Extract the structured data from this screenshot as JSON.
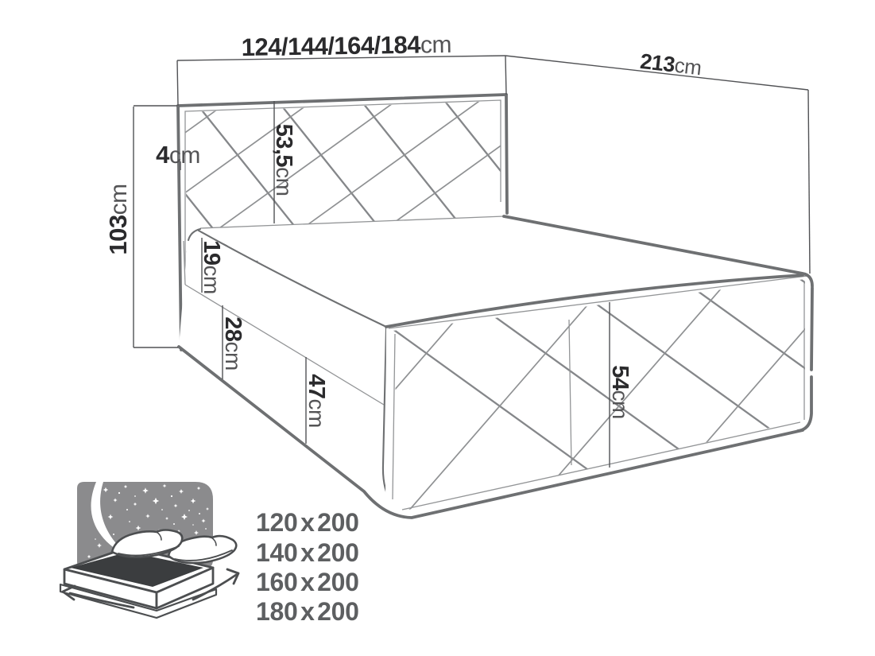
{
  "title": "Bed dimensions diagram",
  "dimensions": {
    "width": {
      "value": "124/144/164/184",
      "unit": "cm",
      "label": "124/144/164/184cm"
    },
    "length": {
      "value": "213",
      "unit": "cm",
      "label": "213cm"
    },
    "total_height": {
      "value": "103",
      "unit": "cm",
      "label": "103cm"
    },
    "frame_border": {
      "value": "4",
      "unit": "cm",
      "label": "4cm"
    },
    "headboard_panel": {
      "value": "53,5",
      "unit": "cm",
      "label": "53,5cm"
    },
    "mattress_height": {
      "value": "19",
      "unit": "cm",
      "label": "19cm"
    },
    "box_upper_height": {
      "value": "28",
      "unit": "cm",
      "label": "28cm"
    },
    "box_total_height": {
      "value": "47",
      "unit": "cm",
      "label": "47cm"
    },
    "side_height": {
      "value": "54",
      "unit": "cm",
      "label": "54cm"
    }
  },
  "available_sizes": {
    "items": [
      "120 x 200",
      "140 x 200",
      "160 x 200",
      "180 x 200"
    ]
  },
  "icon": {
    "name": "bed-night-icon",
    "description": "bed with pillows under starry night sky with size arrows"
  },
  "colors": {
    "bg": "#ffffff",
    "ink-num": "#2b2b2d",
    "ink-unit": "#545456",
    "ink-sizes": "#5d5f61",
    "dim-line": "#515255",
    "outline": "#6e7072",
    "line-thin": "#939597",
    "lat-a": "#85878a",
    "lat-b": "#8f9193",
    "icon-sky": "#8b8b8d",
    "icon-dark": "#3b3d3f",
    "icon-stroke": "#4c4e50"
  }
}
